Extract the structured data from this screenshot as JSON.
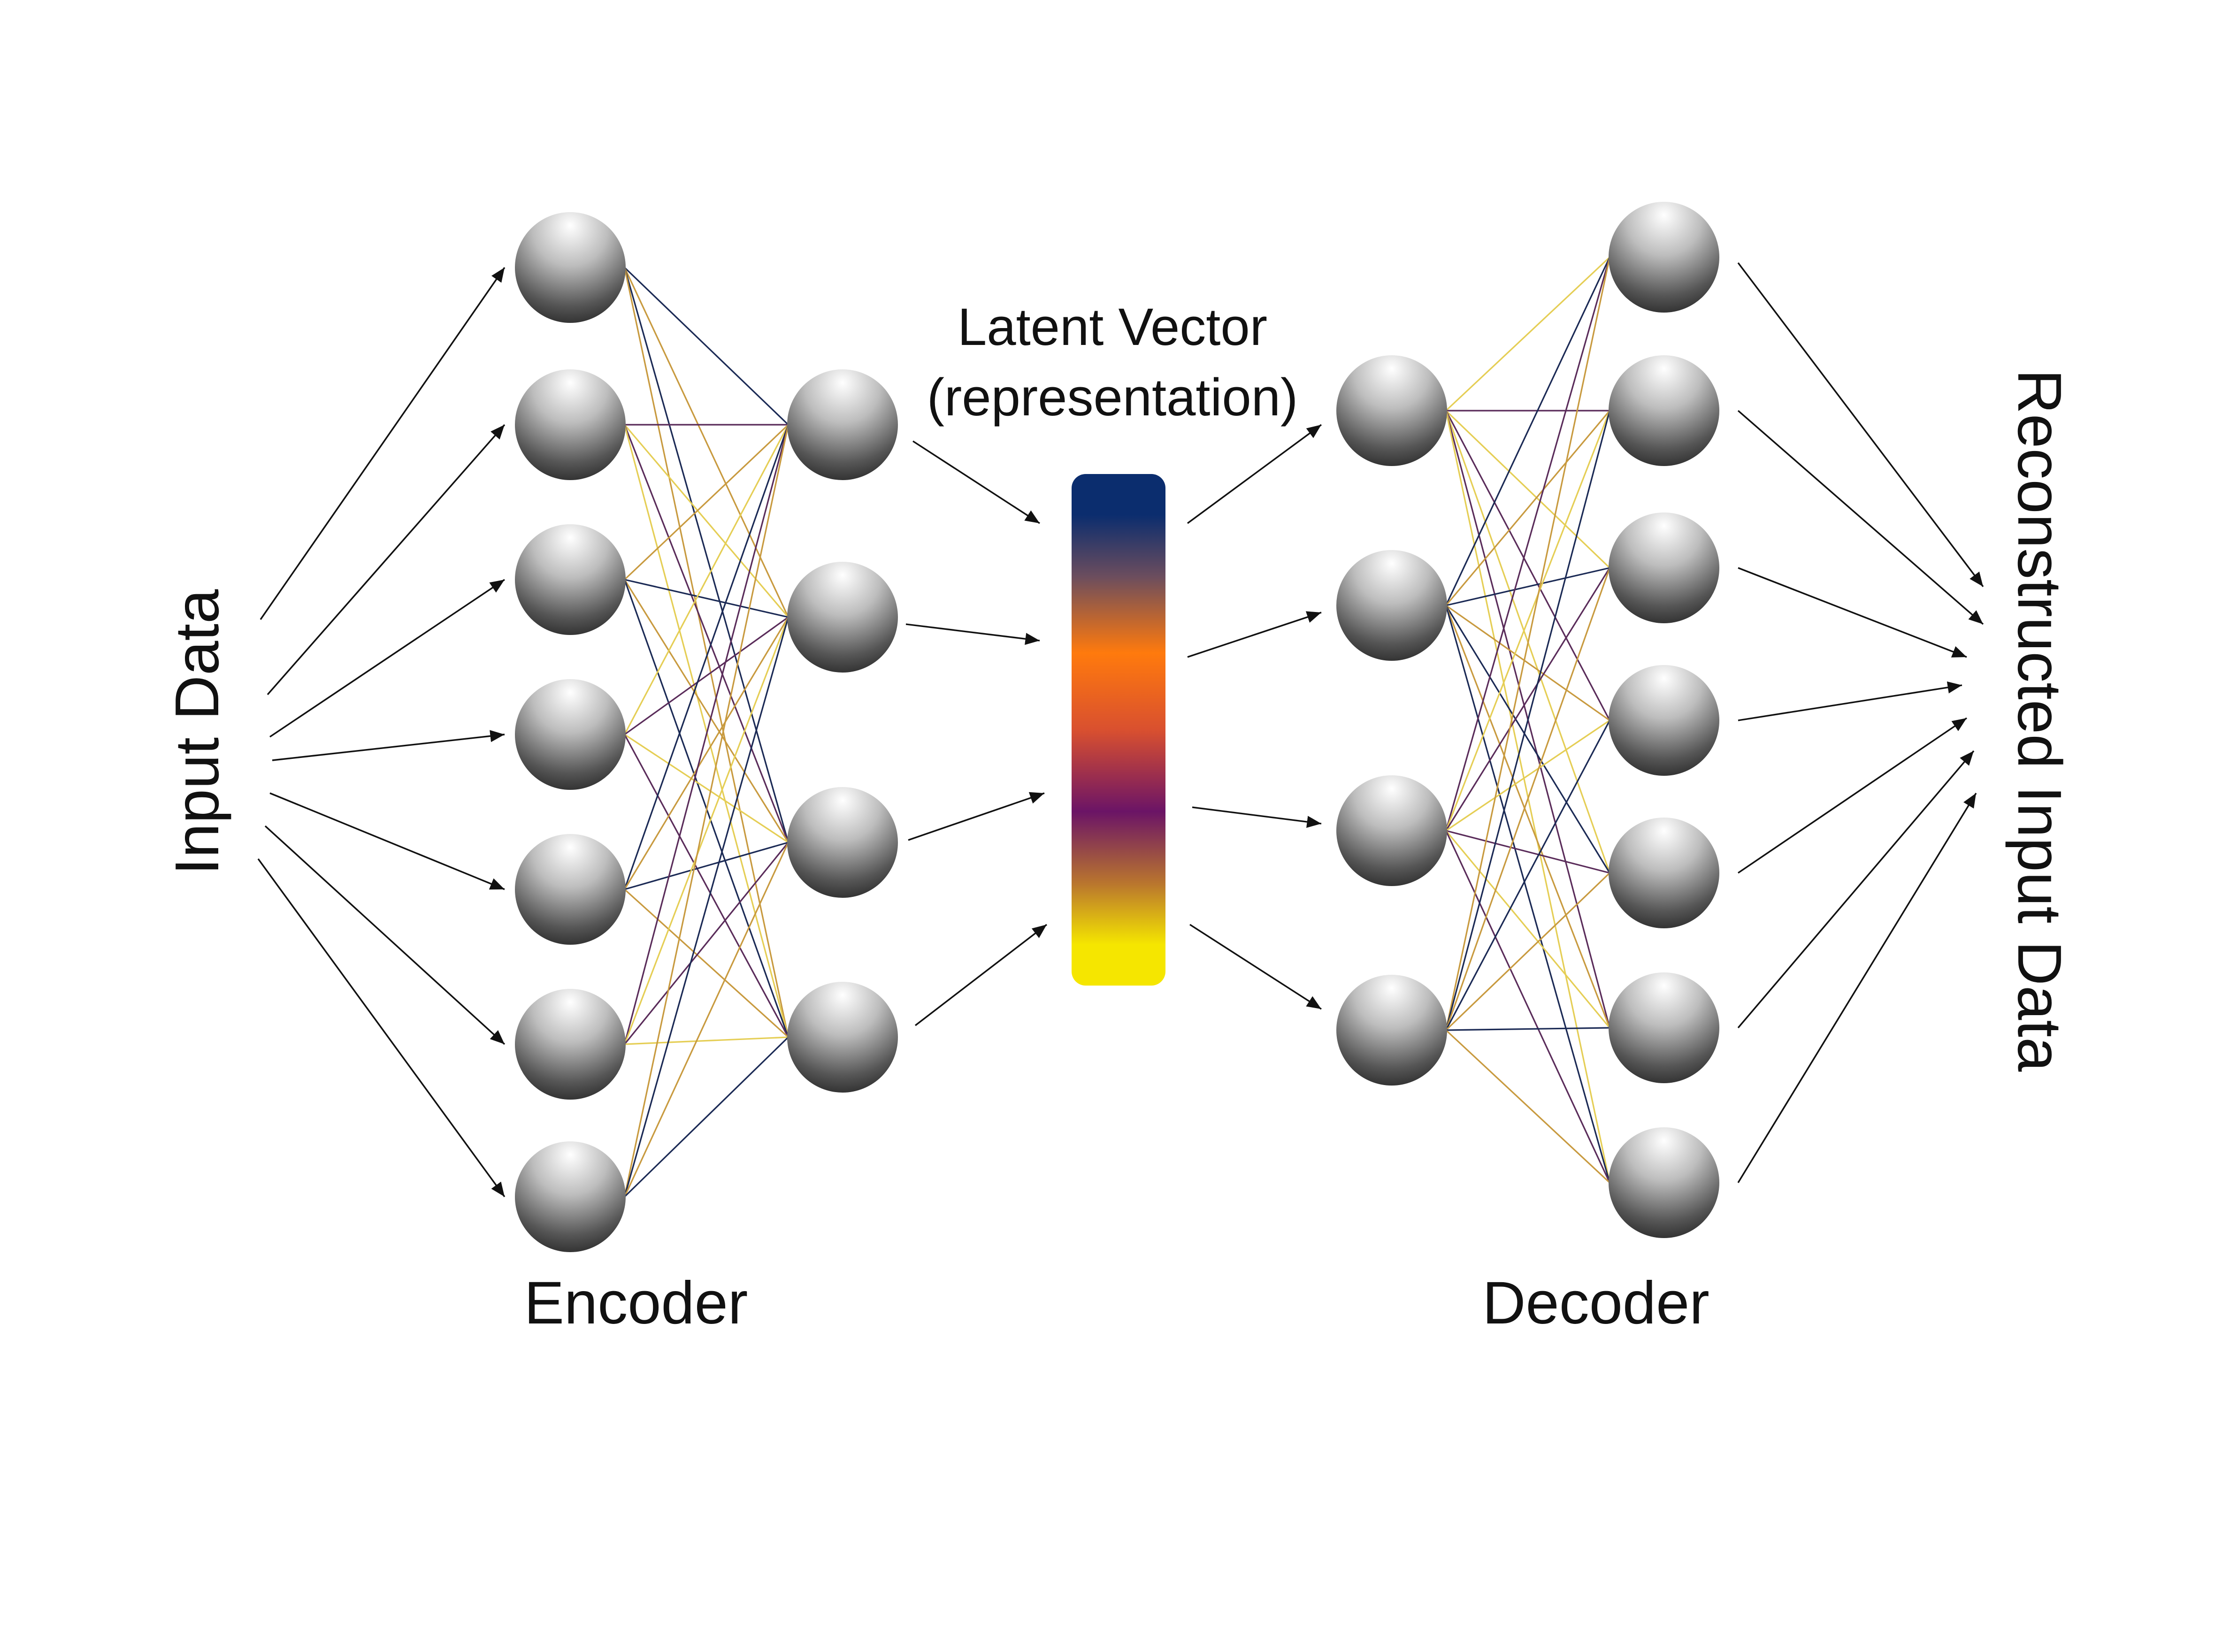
{
  "labels": {
    "input": "Input Data",
    "encoder": "Encoder",
    "latent_line1": "Latent Vector",
    "latent_line2": "(representation)",
    "decoder": "Decoder",
    "output": "Reconstructed Input Data"
  },
  "network": {
    "layer_sizes": [
      7,
      4,
      4,
      7
    ],
    "latent_vector": {
      "gradient_colors": [
        "#0b2d6e",
        "#ff7a0d",
        "#6b1466",
        "#f5e600"
      ]
    },
    "edge_colors": [
      "#1b2a55",
      "#e5ce55",
      "#c89a3f",
      "#5a2c5a"
    ]
  }
}
